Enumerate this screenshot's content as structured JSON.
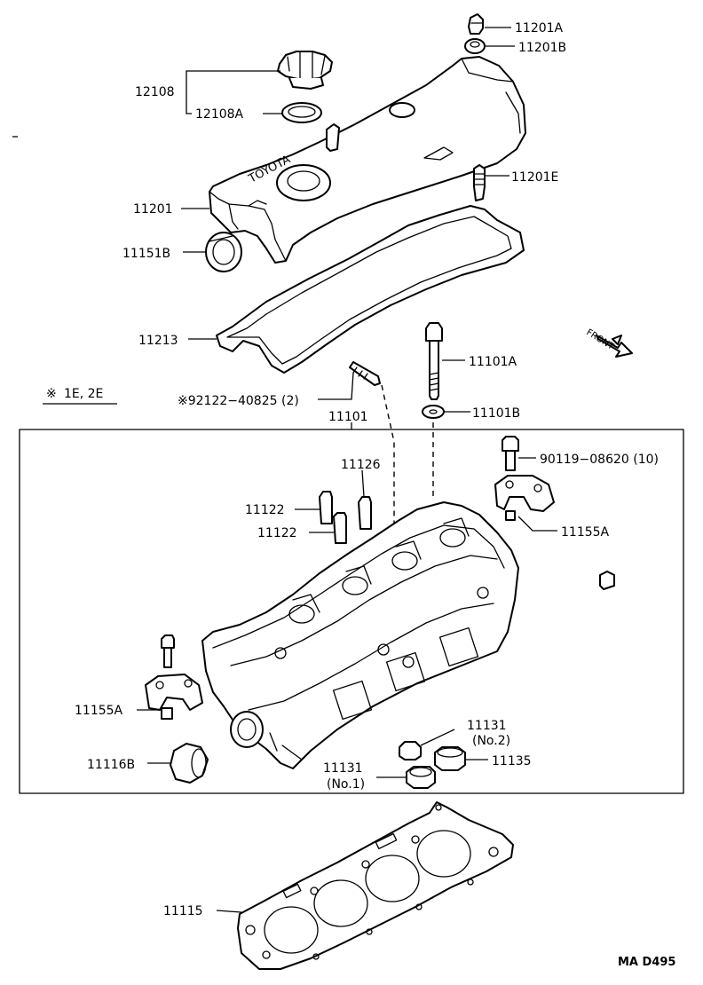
{
  "note": {
    "mark": "※",
    "text": "1E, 2E"
  },
  "direction": {
    "front": "FRONT"
  },
  "labels": {
    "p11201A": "11201A",
    "p11201B": "11201B",
    "p12108": "12108",
    "p12108A": "12108A",
    "p11201E": "11201E",
    "p11201": "11201",
    "p11151B": "11151B",
    "p11213": "11213",
    "p11101A": "11101A",
    "p92122": "※92122−40825 (2)",
    "p11101B": "11101B",
    "p11101": "11101",
    "p90119": "90119−08620 (10)",
    "p11126": "11126",
    "p11122a": "11122",
    "p11122b": "11122",
    "p11155A_r": "11155A",
    "p11155A_l": "11155A",
    "p11131_2": "11131",
    "p11131_2sub": "(No.2)",
    "p11135": "11135",
    "p11116B": "11116B",
    "p11131_1": "11131",
    "p11131_1sub": "(No.1)",
    "p11115": "11115"
  },
  "cover_brand": "TOYOTA",
  "footer": {
    "code": "MA  D495"
  }
}
